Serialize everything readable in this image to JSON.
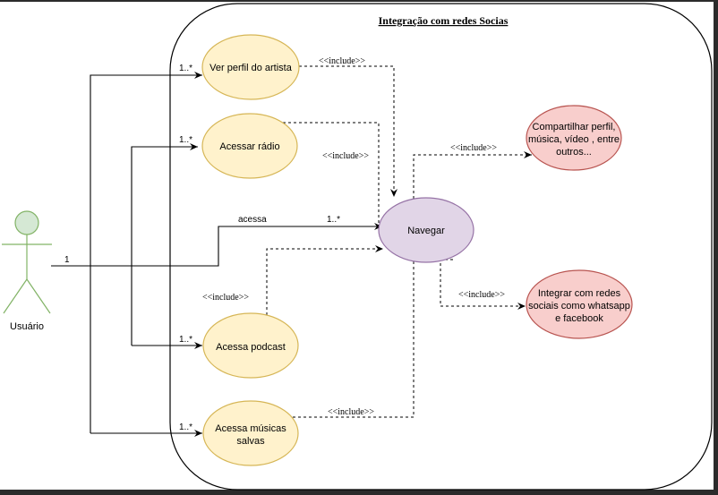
{
  "system": {
    "title": "Integração com redes Socias"
  },
  "actor": {
    "name": "Usuário"
  },
  "use_cases": {
    "ver_perfil": "Ver perfil do artista",
    "acessar_radio": "Acessar rádio",
    "acessa_podcast": "Acessa podcast",
    "acessa_musicas_l1": "Acessa músicas",
    "acessa_musicas_l2": "salvas",
    "navegar": "Navegar",
    "compartilhar_l1": "Compartilhar perfil,",
    "compartilhar_l2": "música, vídeo , entre",
    "compartilhar_l3": "outros...",
    "integrar_l1": "Integrar com redes",
    "integrar_l2": "sociais como whatsapp",
    "integrar_l3": "e facebook"
  },
  "labels": {
    "mult_many": "1..*",
    "mult_one": "1",
    "acessa": "acessa",
    "include": "<<include>>"
  },
  "colors": {
    "yellow_fill": "#fff2cc",
    "yellow_stroke": "#d6b656",
    "purple_fill": "#e1d5e7",
    "purple_stroke": "#9673a6",
    "red_fill": "#f8cecc",
    "red_stroke": "#b85450",
    "actor_fill": "#d5e8d4",
    "actor_stroke": "#82b366"
  }
}
